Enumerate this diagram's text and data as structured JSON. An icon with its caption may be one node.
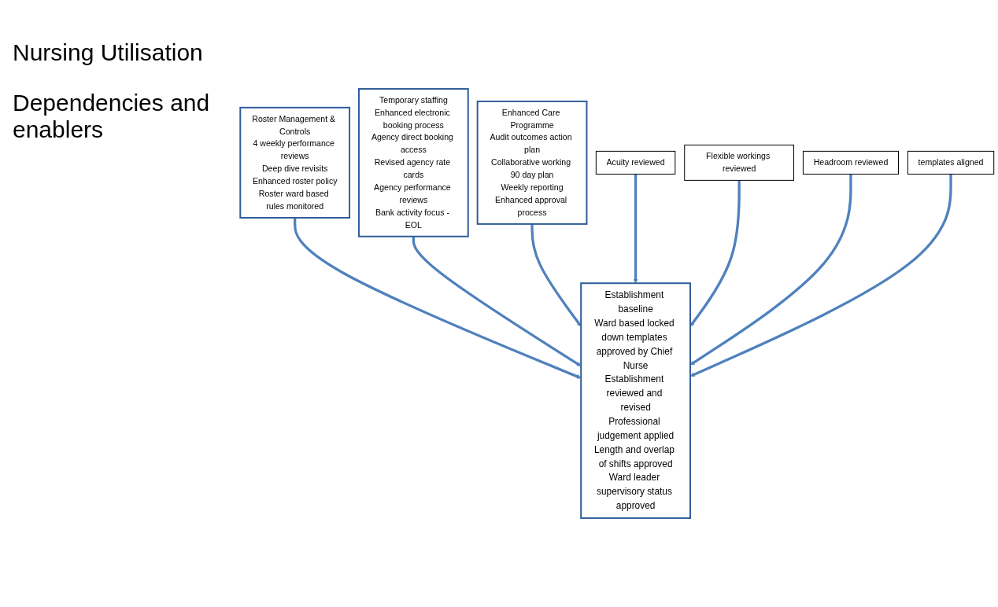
{
  "diagram": {
    "title": "Nursing Utilisation",
    "nodes": [
      {
        "text": [
          "Roster Management & Controls",
          "4 weekly performance reviews",
          "Deep dive revisits",
          "Enhanced roster policy",
          "Roster ward based rules monitored"
        ]
      },
      {
        "text": [
          "Temporary staffing",
          "Enhanced electronic booking process",
          "Agency direct booking access",
          "Revised agency rate cards",
          "Agency performance reviews",
          "Bank activity focus - EOL"
        ]
      },
      {
        "text": [
          "Enhanced Care Programme",
          "Audit outcomes action plan",
          "Collaborative working 90 day plan",
          "Weekly reporting",
          "Enhanced approval process"
        ]
      },
      {
        "text": [
          "Acuity reviewed"
        ]
      },
      {
        "text": [
          "Flexible workings reviewed"
        ]
      },
      {
        "text": [
          "Headroom reviewed"
        ]
      },
      {
        "text": [
          "templates aligned"
        ]
      },
      {
        "text": [
          "Establishment baseline",
          "Ward based locked down templates approved by Chief Nurse",
          "Establishment reviewed and revised",
          "Professional judgement applied",
          "Length and overlap of shifts approved",
          "Ward leader supervisory status approved"
        ]
      }
    ],
    "edges": [
      {
        "from": 0,
        "to": 7,
        "arrow": "to"
      },
      {
        "from": 1,
        "to": 7,
        "arrow": "to"
      },
      {
        "from": 2,
        "to": 7,
        "arrow": "to"
      },
      {
        "from": 3,
        "to": 7,
        "arrow": "to"
      },
      {
        "from": 4,
        "to": 7,
        "arrow": "to"
      },
      {
        "from": 5,
        "to": 7,
        "arrow": "to"
      },
      {
        "from": 6,
        "to": 7,
        "arrow": "to"
      }
    ],
    "labels": [
      "Dependencies and enablers"
    ]
  }
}
